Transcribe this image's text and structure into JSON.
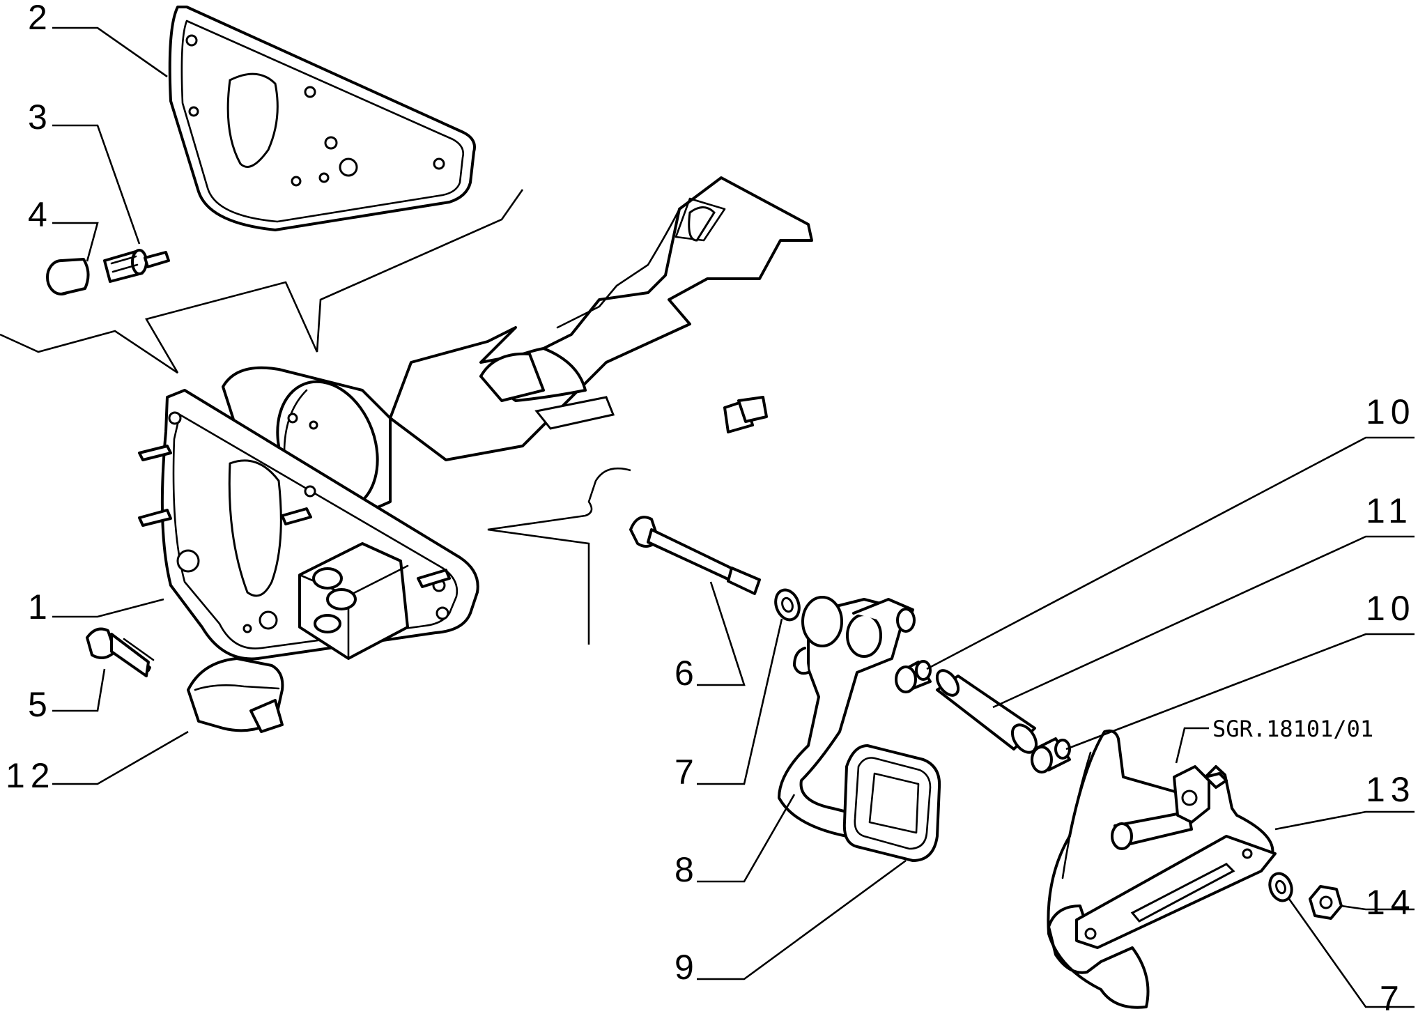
{
  "diagram": {
    "reference_code": "SGR.18101/01",
    "callouts": [
      {
        "id": "c1",
        "label": "1"
      },
      {
        "id": "c2",
        "label": "2"
      },
      {
        "id": "c3",
        "label": "3"
      },
      {
        "id": "c4",
        "label": "4"
      },
      {
        "id": "c5",
        "label": "5"
      },
      {
        "id": "c12",
        "label": "12"
      },
      {
        "id": "c6",
        "label": "6"
      },
      {
        "id": "c7a",
        "label": "7"
      },
      {
        "id": "c8",
        "label": "8"
      },
      {
        "id": "c9",
        "label": "9"
      },
      {
        "id": "c10a",
        "label": "10"
      },
      {
        "id": "c11",
        "label": "11"
      },
      {
        "id": "c10b",
        "label": "10"
      },
      {
        "id": "c13",
        "label": "13"
      },
      {
        "id": "c14",
        "label": "14"
      },
      {
        "id": "c7b",
        "label": "7"
      }
    ]
  }
}
